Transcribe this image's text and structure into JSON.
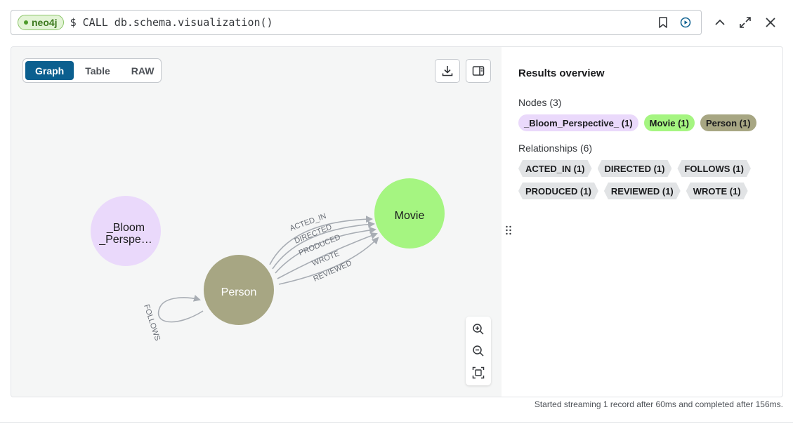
{
  "query": {
    "db_name": "neo4j",
    "prompt": "$",
    "text": "CALL db.schema.visualization()"
  },
  "view_toggle": {
    "tabs": [
      {
        "label": "Graph",
        "active": true
      },
      {
        "label": "Table",
        "active": false
      },
      {
        "label": "RAW",
        "active": false
      }
    ]
  },
  "graph": {
    "nodes": {
      "bloom_line1": "_Bloom",
      "bloom_line2": "_Perspe…",
      "movie": "Movie",
      "person": "Person"
    },
    "relationships": {
      "acted_in": "ACTED_IN",
      "directed": "DIRECTED",
      "produced": "PRODUCED",
      "wrote": "WROTE",
      "reviewed": "REVIEWED",
      "follows": "FOLLOWS"
    },
    "colors": {
      "bloom": "#ead9fb",
      "movie": "#a5f581",
      "person": "#a7a683",
      "edge": "#a8adb4"
    }
  },
  "overview": {
    "title": "Results overview",
    "nodes_label": "Nodes (3)",
    "node_pills": [
      {
        "label": "_Bloom_Perspective_ (1)",
        "color": "#ead9fb"
      },
      {
        "label": "Movie (1)",
        "color": "#a5f581"
      },
      {
        "label": "Person (1)",
        "color": "#a7a683"
      }
    ],
    "relationships_label": "Relationships (6)",
    "rel_pills_row1": [
      "ACTED_IN (1)",
      "DIRECTED (1)",
      "FOLLOWS (1)"
    ],
    "rel_pills_row2": [
      "PRODUCED (1)",
      "REVIEWED (1)",
      "WROTE (1)"
    ]
  },
  "status": "Started streaming 1 record after 60ms and completed after 156ms."
}
